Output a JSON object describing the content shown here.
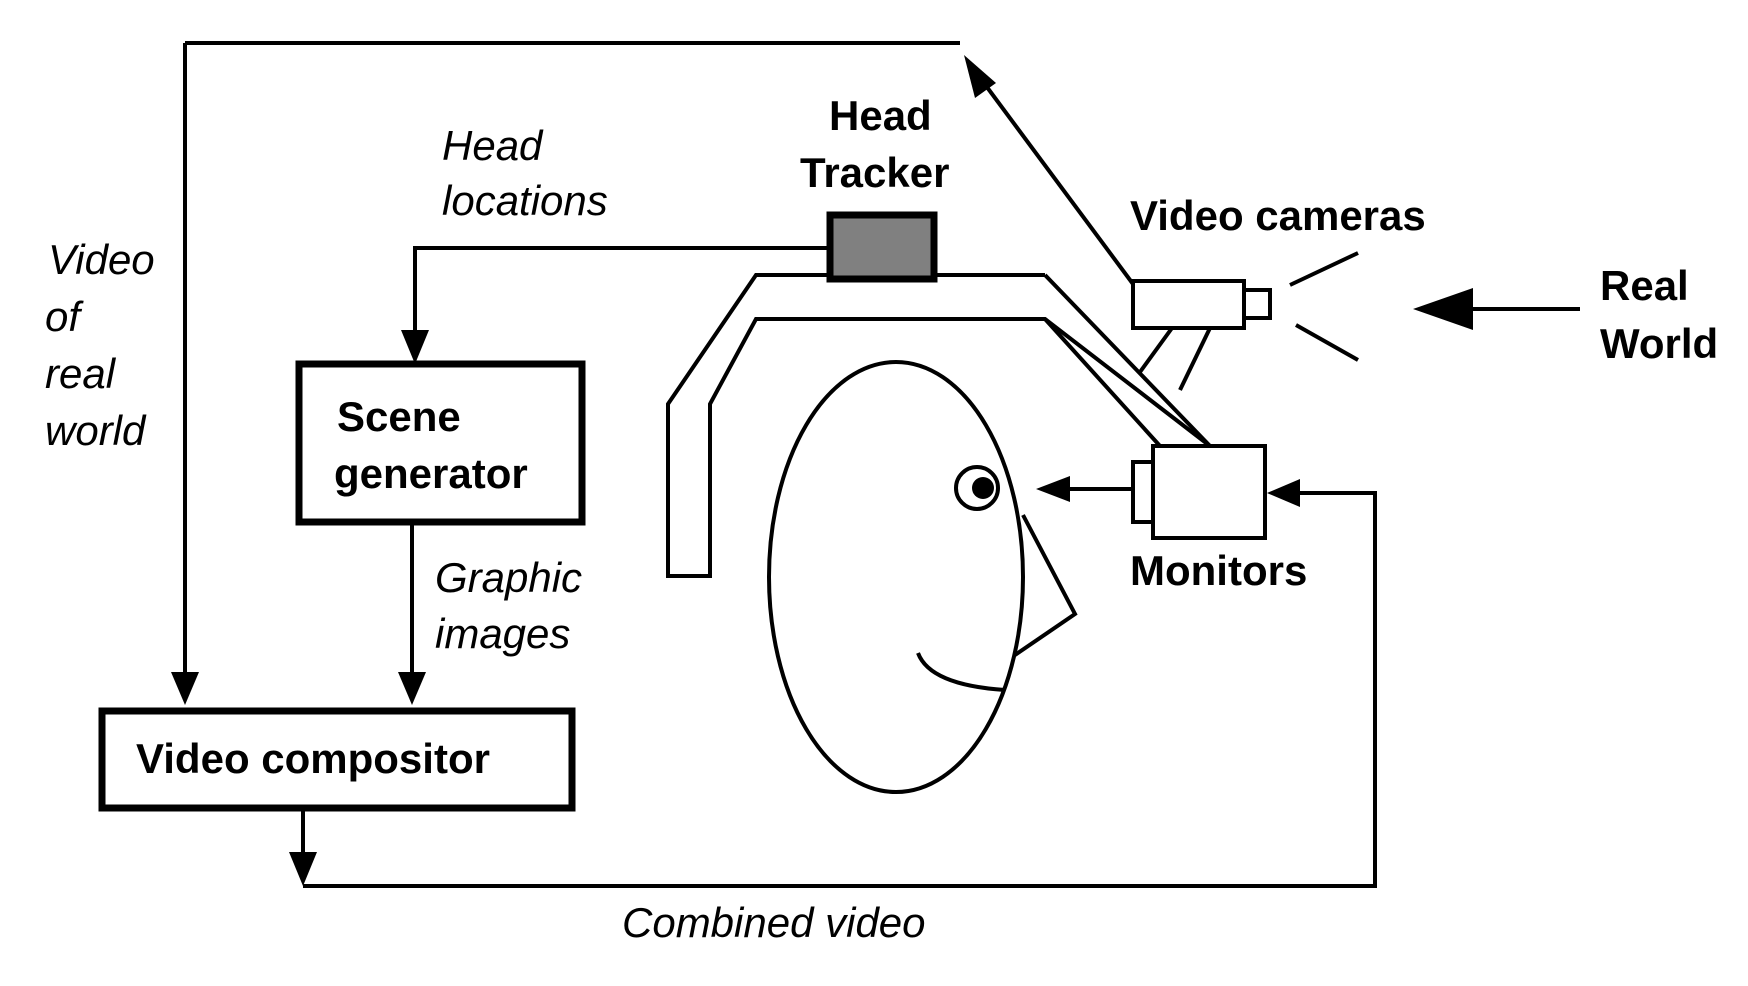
{
  "diagram": {
    "labels": {
      "head_tracker": [
        "Head",
        "Tracker"
      ],
      "video_cameras": "Video cameras",
      "real_world": [
        "Real",
        "World"
      ],
      "head_locations": [
        "Head",
        "locations"
      ],
      "video_of_real_world": [
        "Video",
        "of",
        "real",
        "world"
      ],
      "scene_generator": [
        "Scene",
        "generator"
      ],
      "graphic_images": [
        "Graphic",
        "images"
      ],
      "video_compositor": "Video compositor",
      "monitors": "Monitors",
      "combined_video": "Combined video"
    },
    "colors": {
      "line": "#000000",
      "background": "#ffffff",
      "tracker_fill": "#808080"
    }
  }
}
